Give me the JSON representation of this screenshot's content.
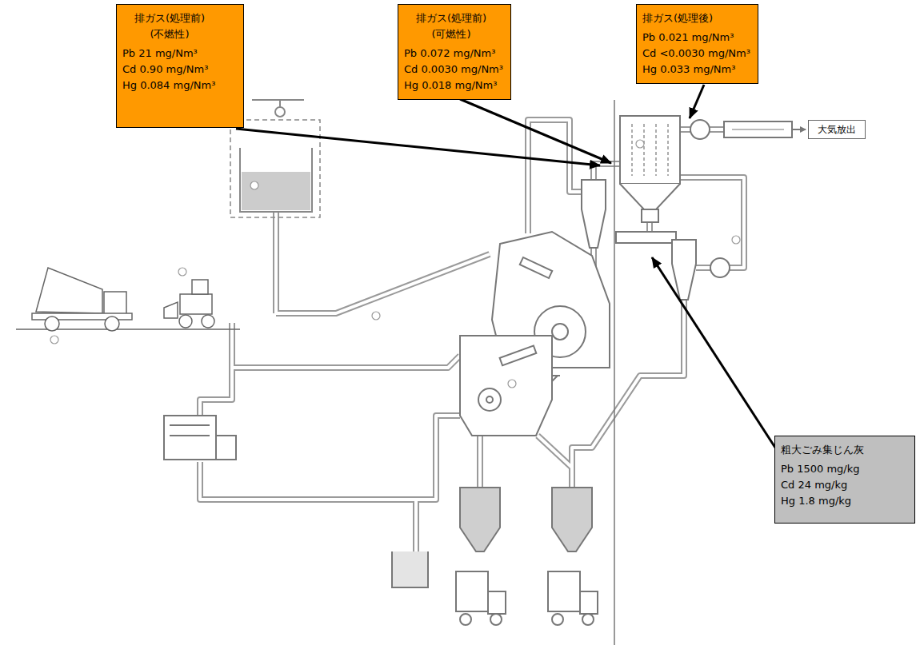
{
  "diagram": {
    "nodes": [
      {
        "text": [
          "排ガス(処理前) (不燃性)",
          "Pb 21 mg/Nm³",
          "Cd 0.90 mg/Nm³",
          "Hg 0.084 mg/Nm³"
        ]
      },
      {
        "text": [
          "排ガス(処理前) (可燃性)",
          "Pb 0.072 mg/Nm³",
          "Cd 0.0030 mg/Nm³",
          "Hg 0.018 mg/Nm³"
        ]
      },
      {
        "text": [
          "排ガス(処理後)",
          "Pb 0.021 mg/Nm³",
          "Cd <0.0030 mg/Nm³",
          "Hg 0.033 mg/Nm³"
        ]
      },
      {
        "text": [
          "大気放出"
        ]
      },
      {
        "text": [
          "粗大ごみ集じん灰",
          "Pb 1500 mg/kg",
          "Cd 24 mg/kg",
          "Hg 1.8 mg/kg"
        ]
      }
    ]
  }
}
